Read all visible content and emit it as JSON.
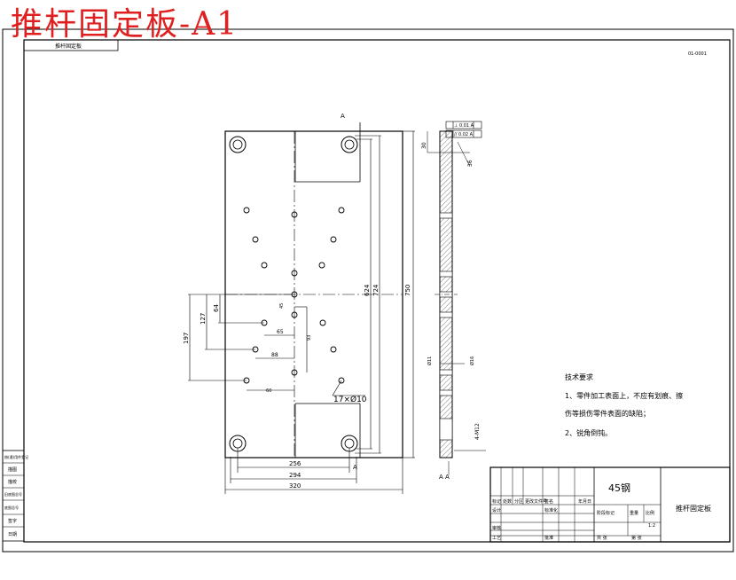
{
  "title": "推杆固定板-A1",
  "header_code": "推杆固定板",
  "corner_mark": "01-0001",
  "section_label": "A",
  "section_view_label": "A  A",
  "dims": {
    "w256": "256",
    "w294": "294",
    "w320": "320",
    "h624": "624",
    "h724": "724",
    "h750": "750",
    "d64": "64",
    "d127": "127",
    "d197": "197",
    "d65": "65",
    "d88": "88",
    "d45": "45",
    "d93": "93",
    "d60": "60",
    "holes": "17×Ø10",
    "side_30": "30",
    "side_36": "36",
    "thread": "4-M12",
    "side_d1": "Ø11",
    "side_d2": "Ø16"
  },
  "gdt": {
    "row1": "⊥ 0.01 A",
    "row2": "// 0.02 A"
  },
  "notes": {
    "heading": "技术要求",
    "item1": "1、零件加工表面上，不应有划痕、擦",
    "item1b": "伤等损伤零件表面的缺陷；",
    "item2": "2、锐角倒钝。"
  },
  "title_block": {
    "material": "45钢",
    "part_name": "推杆固定板",
    "scale_label": "比例",
    "stage_label": "阶段标记",
    "weight_label": "重量",
    "sheet_label": "共 张",
    "sheet_of": "第 张",
    "designer": "设计",
    "checker": "审核",
    "process": "工艺",
    "approve": "批准",
    "standard": "标准化",
    "mark": "标记",
    "count": "处数",
    "zone": "分区",
    "change_doc": "更改文件号",
    "signature": "签名",
    "date": "年月日",
    "scale_value": "1:2"
  },
  "left_strip": [
    "借(通)用件登记",
    "描图",
    "描校",
    "旧底图总号",
    "底图总号",
    "签字",
    "日期"
  ]
}
